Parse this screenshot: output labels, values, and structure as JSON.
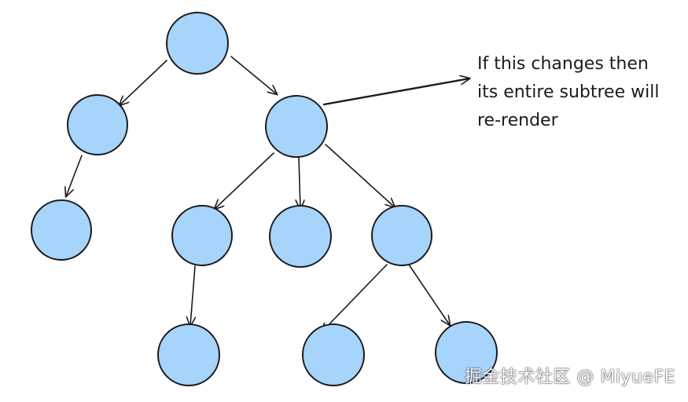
{
  "annotation": {
    "lines": [
      "If this changes then",
      "its entire subtree will",
      "re-render"
    ]
  },
  "watermark": "掘金技术社区 @ MiyueFE",
  "colors": {
    "node_fill": "#a6d4fb",
    "stroke": "#1b1b1b",
    "background": "#ffffff"
  }
}
